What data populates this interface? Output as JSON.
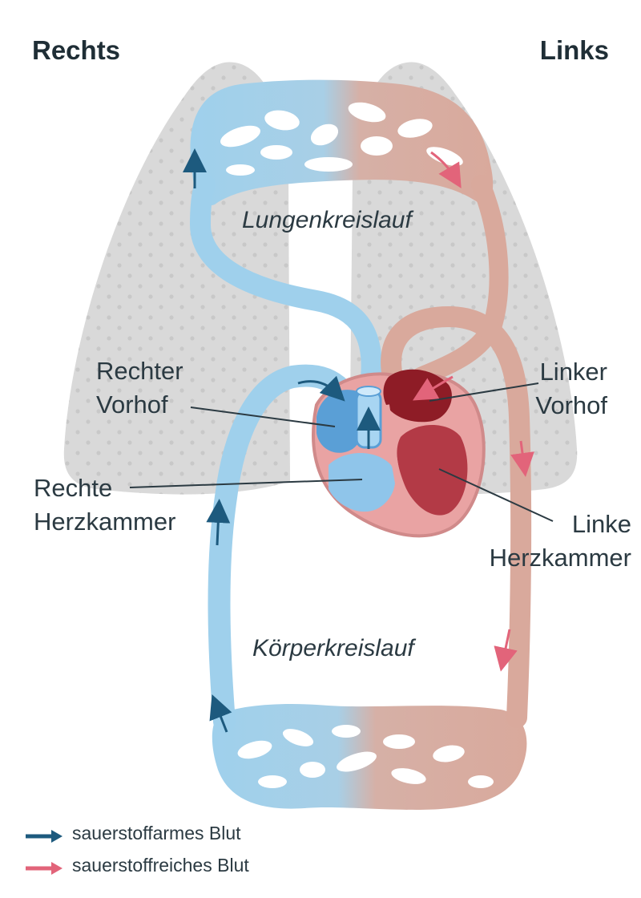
{
  "titles": {
    "left": "Rechts",
    "right": "Links"
  },
  "loops": {
    "pulmonary": "Lungenkreislauf",
    "systemic": "Körperkreislauf"
  },
  "labels": {
    "right_atrium": [
      "Rechter",
      "Vorhof"
    ],
    "right_ventricle": [
      "Rechte",
      "Herzkammer"
    ],
    "left_atrium": [
      "Linker",
      "Vorhof"
    ],
    "left_ventricle": [
      "Linke",
      "Herzkammer"
    ]
  },
  "legend": [
    {
      "label": "sauerstoffarmes Blut",
      "color": "#1d5a7e"
    },
    {
      "label": "sauerstoffreiches Blut",
      "color": "#e2647a"
    }
  ],
  "colors": {
    "lung": "#d9d9d9",
    "deoxygenated_vessel": "#9fd0ec",
    "oxygenated_vessel": "#d9a99c",
    "heart_muscle": "#e9a3a3",
    "left_chambers": "#8e1c26",
    "right_chambers": "#5a9fd6"
  }
}
